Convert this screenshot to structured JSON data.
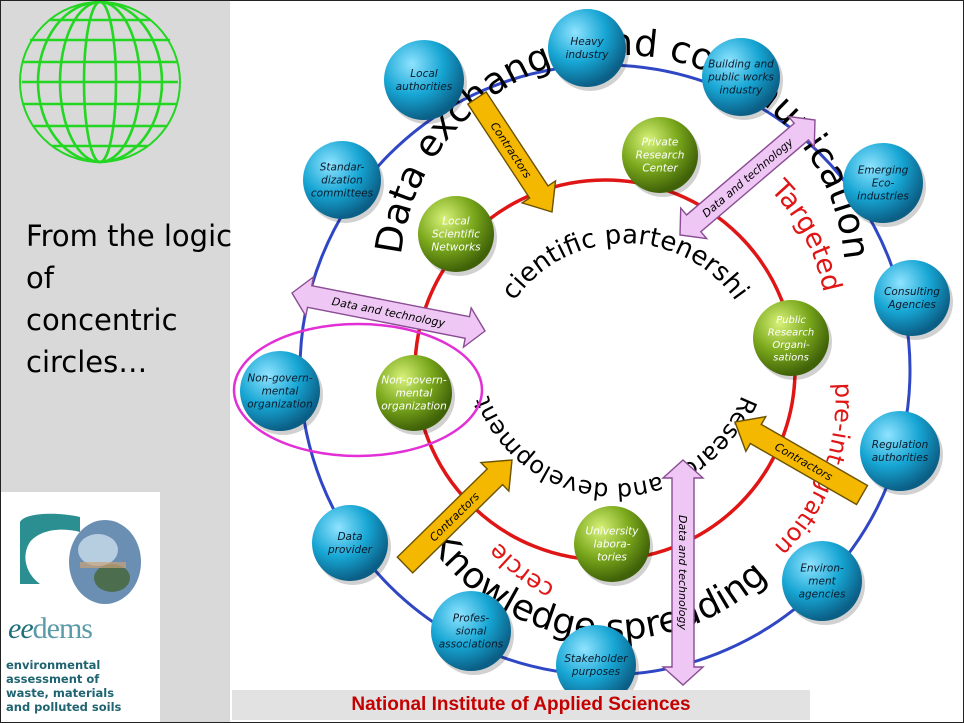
{
  "left_text": "From the logic\nof\nconcentric\ncircles…",
  "footer": "National Institute of Applied Sciences",
  "logo": {
    "name_italic": "ee",
    "name_rest": "dems",
    "lines": [
      "environmental",
      "assessment of",
      "waste, materials",
      "and polluted soils"
    ]
  },
  "outer_nodes": {
    "heavy_industry": [
      "Heavy",
      "industry"
    ],
    "building": [
      "Building and",
      "public works",
      "industry"
    ],
    "emerging": [
      "Emerging",
      "Eco-",
      "industries"
    ],
    "consulting": [
      "Consulting",
      "Agencies"
    ],
    "regulation": [
      "Regulation",
      "authorities"
    ],
    "environment": [
      "Environ-",
      "ment",
      "agencies"
    ],
    "stakeholder": [
      "Stakeholder",
      "purposes"
    ],
    "professional": [
      "Profes-",
      "sional",
      "associations"
    ],
    "data_provider": [
      "Data",
      "provider"
    ],
    "ngo_outer": [
      "Non-govern-",
      "mental",
      "organization"
    ],
    "standardization": [
      "Standar-",
      "dization",
      "committees"
    ],
    "local_authorities": [
      "Local",
      "authorities"
    ]
  },
  "inner_nodes": {
    "private_research": [
      "Private",
      "Research",
      "Center"
    ],
    "local_networks": [
      "Local",
      "Scientific",
      "Networks"
    ],
    "public_research": [
      "Public",
      "Research",
      "Organi-",
      "sations"
    ],
    "university": [
      "University",
      "labora-",
      "tories"
    ],
    "ngo_inner": [
      "Non-govern-",
      "mental",
      "organization"
    ]
  },
  "ring_labels": {
    "data_exchange": "Data exchange and communication",
    "knowledge": "Knowledge spreading",
    "scientific": "Scientific partenership",
    "research": "Research and development",
    "targeted": "Targeted",
    "pre_integration": "pre-integration",
    "cercle": "cercle"
  },
  "arrows": {
    "contractors": "Contractors",
    "data_tech": "Data and technology"
  },
  "colors": {
    "outer_ring": "#2f47c4",
    "inner_ring": "#e01515",
    "outer_node": "#17a6d4",
    "inner_node": "#7aa81c",
    "contractor_arrow": "#f5b800",
    "data_arrow": "#eec7f4",
    "highlight": "#e22fd6",
    "footer_text": "#c40000"
  }
}
